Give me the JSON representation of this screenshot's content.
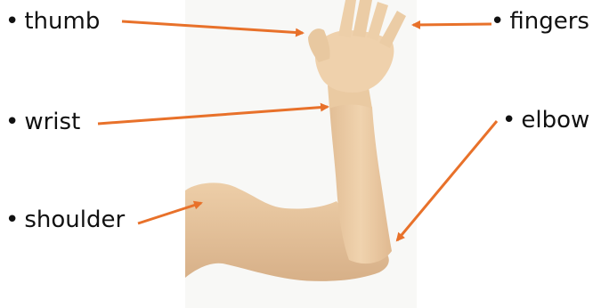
{
  "labels": {
    "bullet": "•",
    "thumb": "thumb",
    "fingers": "fingers",
    "wrist": "wrist",
    "elbow": "elbow",
    "shoulder": "shoulder"
  },
  "colors": {
    "arrow": "#E8712A",
    "skin": "#EBCBA4",
    "skin_shadow": "#D6AE86",
    "background_panel": "#F7F7F5"
  }
}
